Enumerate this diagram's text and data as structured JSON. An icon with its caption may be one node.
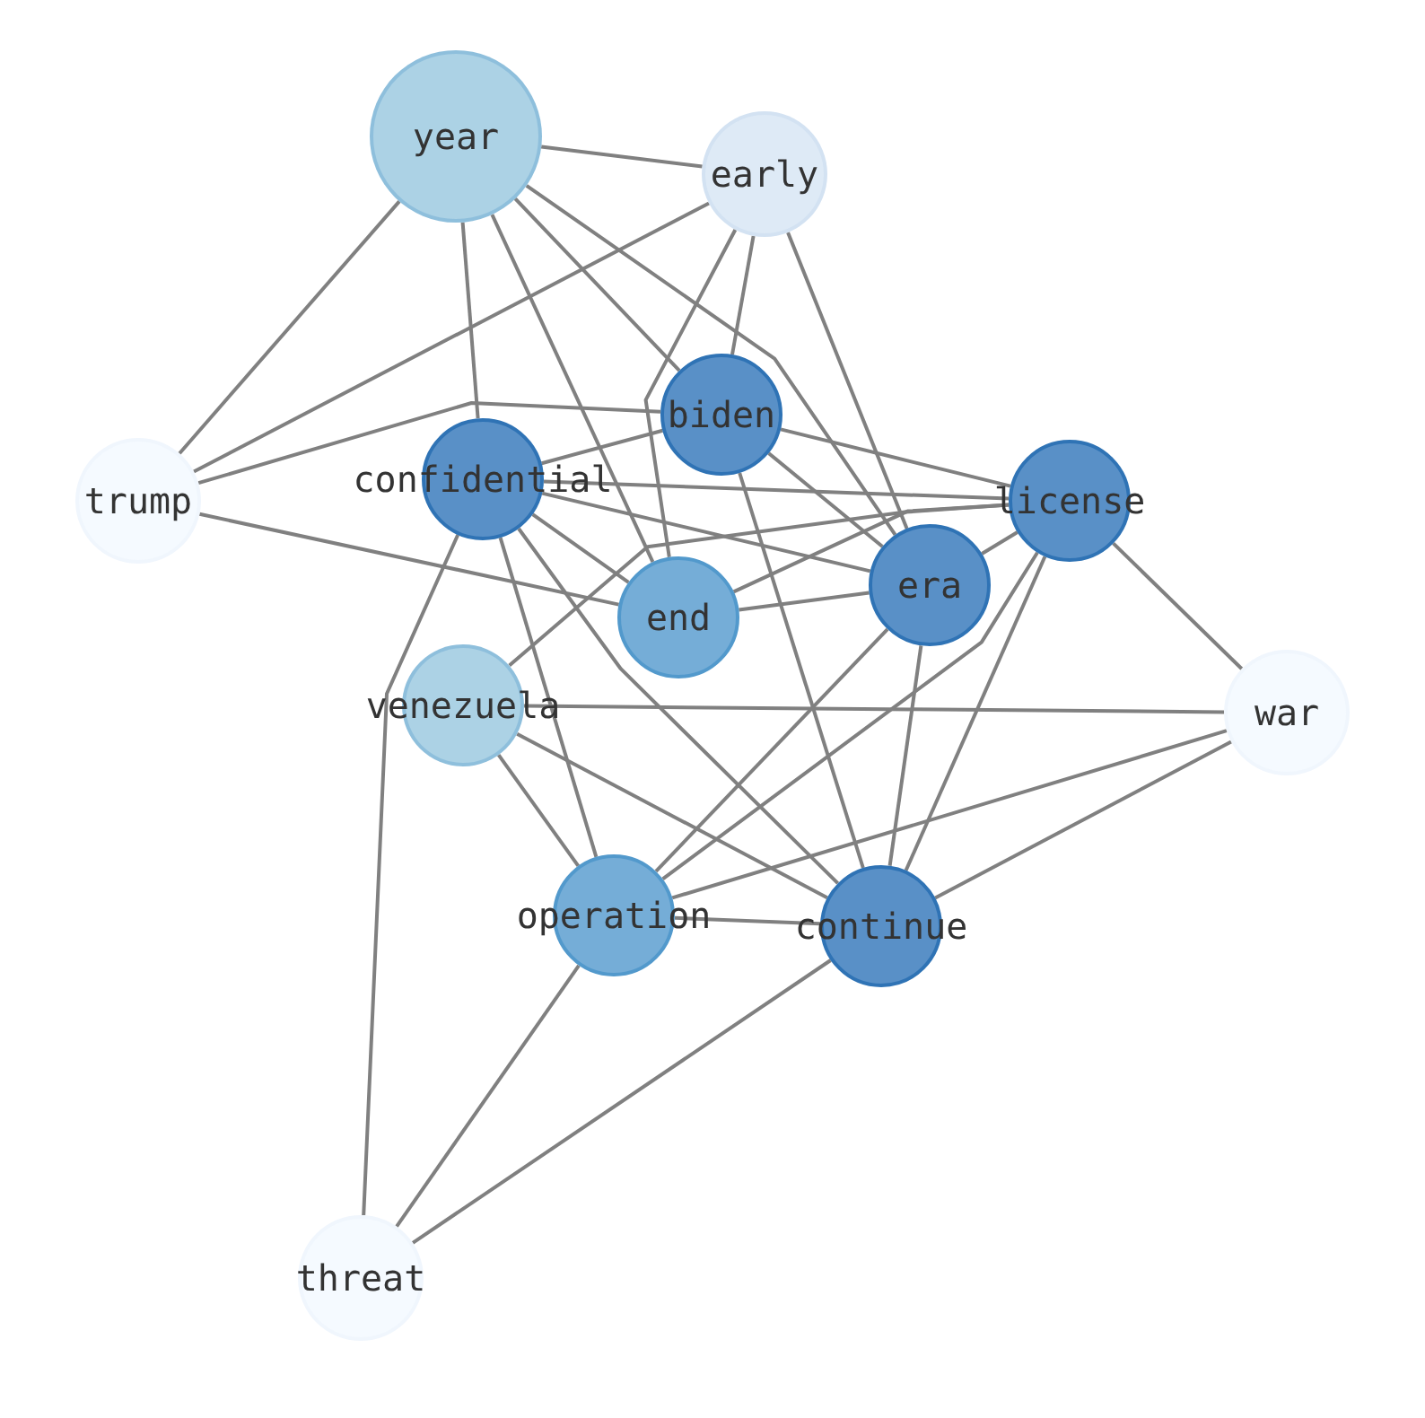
{
  "diagram": {
    "nodes": [
      {
        "text": [
          "year"
        ]
      },
      {
        "text": [
          "early"
        ]
      },
      {
        "text": [
          "biden"
        ]
      },
      {
        "text": [
          "confidential"
        ]
      },
      {
        "text": [
          "license"
        ]
      },
      {
        "text": [
          "trump"
        ]
      },
      {
        "text": [
          "era"
        ]
      },
      {
        "text": [
          "end"
        ]
      },
      {
        "text": [
          "venezuela"
        ]
      },
      {
        "text": [
          "war"
        ]
      },
      {
        "text": [
          "operation"
        ]
      },
      {
        "text": [
          "continue"
        ]
      },
      {
        "text": [
          "threat"
        ]
      }
    ],
    "edges": [
      {
        "from": 0,
        "to": 1,
        "arrow": "none"
      },
      {
        "from": 0,
        "to": 5,
        "arrow": "none"
      },
      {
        "from": 0,
        "to": 3,
        "arrow": "none"
      },
      {
        "from": 0,
        "to": 7,
        "arrow": "none"
      },
      {
        "from": 0,
        "to": 2,
        "arrow": "none"
      },
      {
        "from": 0,
        "to": 6,
        "arrow": "none"
      },
      {
        "from": 1,
        "to": 5,
        "arrow": "none"
      },
      {
        "from": 1,
        "to": 2,
        "arrow": "none"
      },
      {
        "from": 1,
        "to": 7,
        "arrow": "none"
      },
      {
        "from": 1,
        "to": 6,
        "arrow": "none"
      },
      {
        "from": 2,
        "to": 5,
        "arrow": "none"
      },
      {
        "from": 2,
        "to": 3,
        "arrow": "none"
      },
      {
        "from": 2,
        "to": 4,
        "arrow": "none"
      },
      {
        "from": 2,
        "to": 6,
        "arrow": "none"
      },
      {
        "from": 2,
        "to": 11,
        "arrow": "none"
      },
      {
        "from": 5,
        "to": 7,
        "arrow": "none"
      },
      {
        "from": 3,
        "to": 4,
        "arrow": "none"
      },
      {
        "from": 3,
        "to": 6,
        "arrow": "none"
      },
      {
        "from": 3,
        "to": 7,
        "arrow": "none"
      },
      {
        "from": 3,
        "to": 12,
        "arrow": "none"
      },
      {
        "from": 3,
        "to": 10,
        "arrow": "none"
      },
      {
        "from": 3,
        "to": 11,
        "arrow": "none"
      },
      {
        "from": 4,
        "to": 7,
        "arrow": "none"
      },
      {
        "from": 4,
        "to": 6,
        "arrow": "none"
      },
      {
        "from": 4,
        "to": 8,
        "arrow": "none"
      },
      {
        "from": 4,
        "to": 10,
        "arrow": "none"
      },
      {
        "from": 4,
        "to": 11,
        "arrow": "none"
      },
      {
        "from": 4,
        "to": 9,
        "arrow": "none"
      },
      {
        "from": 6,
        "to": 7,
        "arrow": "none"
      },
      {
        "from": 6,
        "to": 10,
        "arrow": "none"
      },
      {
        "from": 6,
        "to": 11,
        "arrow": "none"
      },
      {
        "from": 8,
        "to": 9,
        "arrow": "none"
      },
      {
        "from": 8,
        "to": 10,
        "arrow": "none"
      },
      {
        "from": 8,
        "to": 11,
        "arrow": "none"
      },
      {
        "from": 10,
        "to": 11,
        "arrow": "none"
      },
      {
        "from": 10,
        "to": 9,
        "arrow": "none"
      },
      {
        "from": 10,
        "to": 12,
        "arrow": "none"
      },
      {
        "from": 11,
        "to": 9,
        "arrow": "none"
      },
      {
        "from": 11,
        "to": 12,
        "arrow": "none"
      }
    ]
  }
}
